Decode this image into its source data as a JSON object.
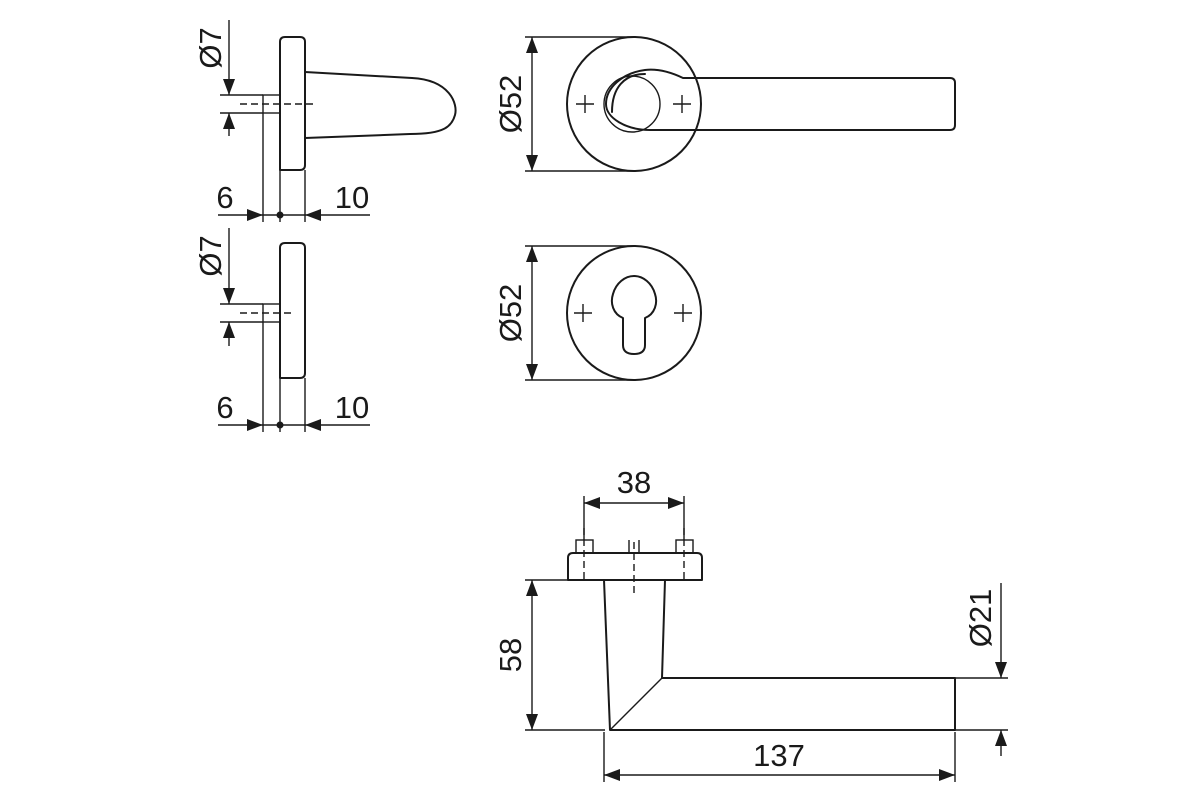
{
  "dimensions": {
    "top_side_hole": "Ø7",
    "top_side_rose_left": "6",
    "top_side_rose_right": "10",
    "bottom_side_hole": "Ø7",
    "bottom_side_rose_left": "6",
    "bottom_side_rose_right": "10",
    "lever_rose_diameter": "Ø52",
    "key_rose_diameter": "Ø52",
    "screw_spacing": "38",
    "lever_height": "58",
    "lever_diameter": "Ø21",
    "lever_length": "137"
  }
}
